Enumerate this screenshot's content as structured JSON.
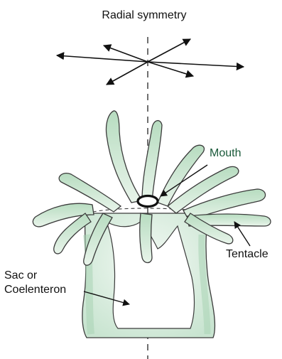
{
  "title": "Radial symmetry",
  "labels": {
    "mouth": "Mouth",
    "tentacle": "Tentacle",
    "sac_line1": "Sac or",
    "sac_line2": "Coelenteron"
  },
  "colors": {
    "body_fill": "#e4f1e6",
    "body_shade": "#a9d3b4",
    "outline": "#3b3b3b",
    "arrow": "#111111",
    "mouth_label": "#1a5a3a"
  }
}
